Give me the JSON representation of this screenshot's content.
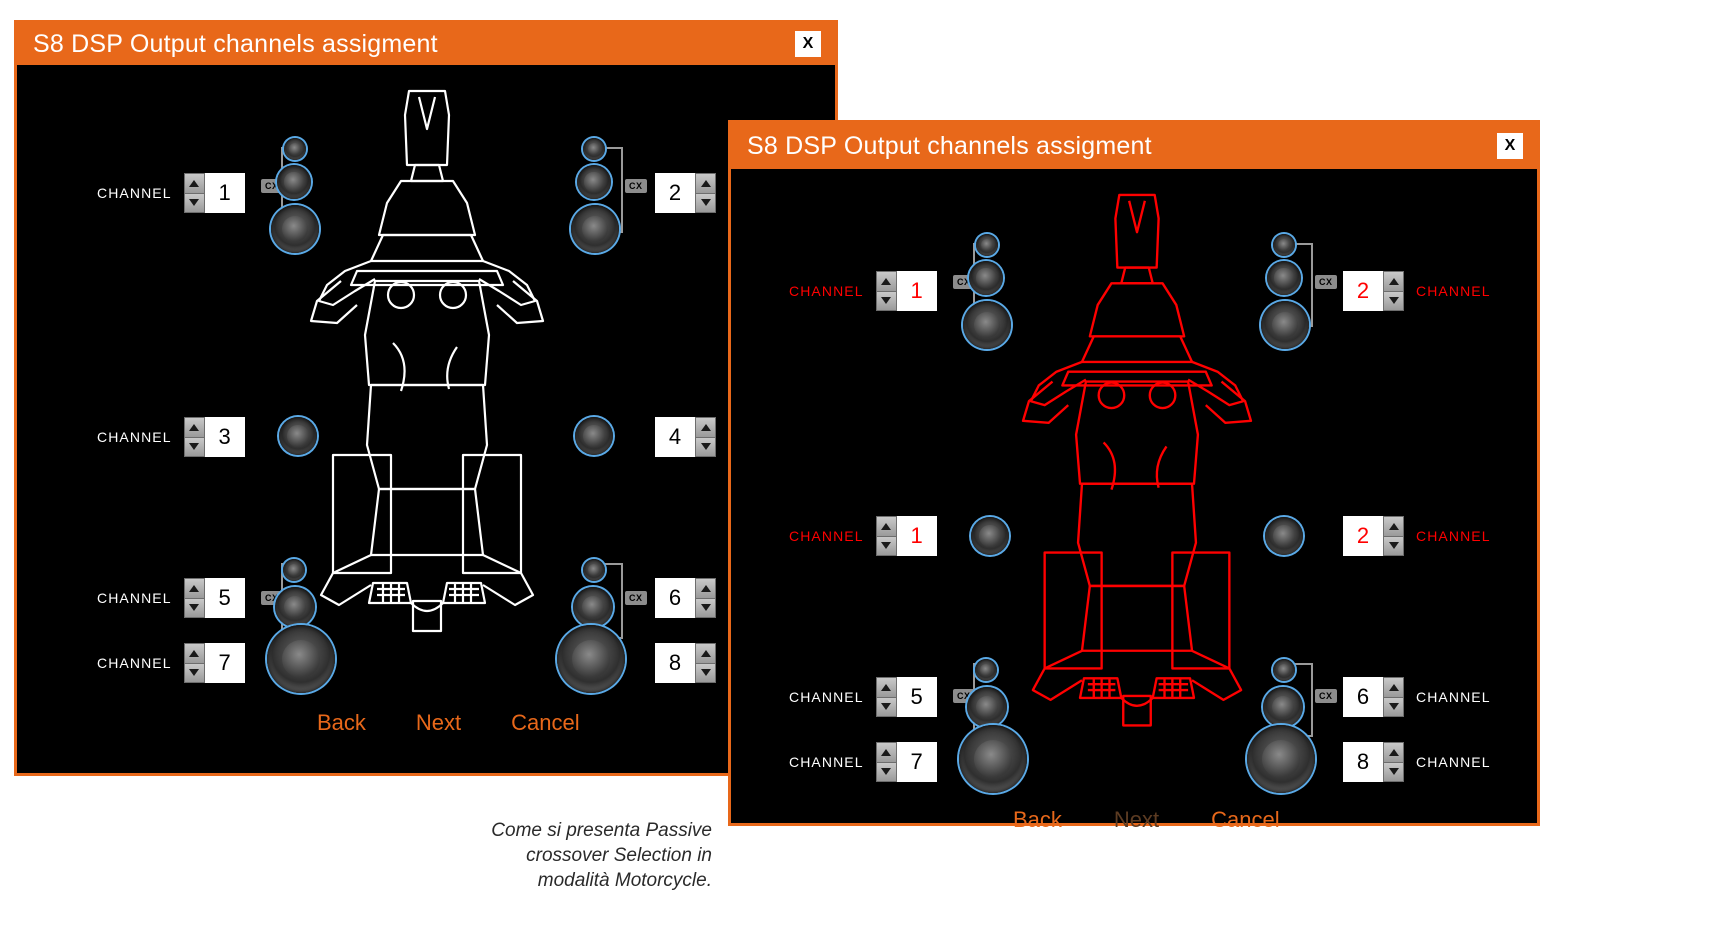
{
  "window1": {
    "title": "S8 DSP Output channels assigment",
    "close_label": "X",
    "channels": [
      {
        "label": "CHANNEL",
        "value": "1",
        "side": "left",
        "color": "#ffffff"
      },
      {
        "label": "CHANNEL",
        "value": "2",
        "side": "right",
        "color": "#ffffff"
      },
      {
        "label": "CHANNEL",
        "value": "3",
        "side": "left",
        "color": "#ffffff"
      },
      {
        "label": "CHANNEL",
        "value": "4",
        "side": "right",
        "color": "#ffffff"
      },
      {
        "label": "CHANNEL",
        "value": "5",
        "side": "left",
        "color": "#ffffff"
      },
      {
        "label": "CHANNEL",
        "value": "6",
        "side": "right",
        "color": "#ffffff"
      },
      {
        "label": "CHANNEL",
        "value": "7",
        "side": "left",
        "color": "#ffffff"
      },
      {
        "label": "CHANNEL",
        "value": "8",
        "side": "right",
        "color": "#ffffff"
      }
    ],
    "crossover_badge": "CX",
    "buttons": {
      "back": "Back",
      "next": "Next",
      "cancel": "Cancel"
    },
    "vehicle_outline_color": "#ffffff"
  },
  "window2": {
    "title": "S8 DSP Output channels assigment",
    "close_label": "X",
    "channels": [
      {
        "label": "CHANNEL",
        "value": "1",
        "side": "left",
        "color": "#ff0000"
      },
      {
        "label": "CHANNEL",
        "value": "2",
        "side": "right",
        "color": "#ff0000"
      },
      {
        "label": "CHANNEL",
        "value": "1",
        "side": "left",
        "color": "#ff0000"
      },
      {
        "label": "CHANNEL",
        "value": "2",
        "side": "right",
        "color": "#ff0000"
      },
      {
        "label": "CHANNEL",
        "value": "5",
        "side": "left",
        "color": "#ffffff"
      },
      {
        "label": "CHANNEL",
        "value": "6",
        "side": "right",
        "color": "#ffffff"
      },
      {
        "label": "CHANNEL",
        "value": "7",
        "side": "left",
        "color": "#ffffff"
      },
      {
        "label": "CHANNEL",
        "value": "8",
        "side": "right",
        "color": "#ffffff"
      }
    ],
    "crossover_badge": "CX",
    "buttons": {
      "back": "Back",
      "next": "Next",
      "cancel": "Cancel"
    },
    "next_disabled": true,
    "vehicle_outline_color": "#ff0000"
  },
  "caption": {
    "line1": "Come si presenta Passive",
    "line2": "crossover Selection in",
    "line3": "modalità Motorcycle."
  },
  "colors": {
    "accent_orange": "#e8681a",
    "background_black": "#000000",
    "speaker_ring_blue": "#5aa9e6",
    "highlight_red": "#ff0000",
    "disabled_orange": "#5c3b22",
    "page_white": "#ffffff"
  }
}
